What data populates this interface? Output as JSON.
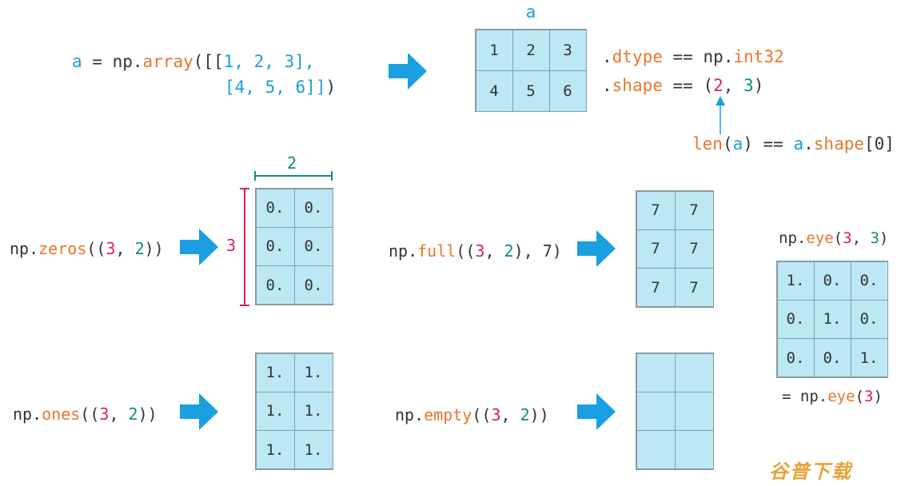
{
  "top": {
    "array_line1": {
      "a": "a",
      "eq": " = np.",
      "fn": "array",
      "open": "([[",
      "v1": "1, 2, 3",
      "close": "],"
    },
    "array_line2": {
      "open": "[",
      "v": "4, 5, 6",
      "close": "]]",
      "paren": ")"
    },
    "grid_title": "a",
    "grid_values": [
      "1",
      "2",
      "3",
      "4",
      "5",
      "6"
    ],
    "dtype": {
      "dot": ".",
      "prop": "dtype",
      "mid": " == np.",
      "val": "int32"
    },
    "shape": {
      "dot": ".",
      "prop": "shape",
      "mid": " == (",
      "n2": "2",
      "comma": ", ",
      "n3": "3",
      "close": ")"
    },
    "len": {
      "fn": "len",
      "open": "(",
      "a": "a",
      "mid": ") == ",
      "a2": "a",
      "dot": ".",
      "prop": "shape",
      "idx": "[0]"
    }
  },
  "zeros": {
    "prefix": "np.",
    "fn": "zeros",
    "open": "((",
    "n3": "3",
    "comma": ", ",
    "n2": "2",
    "close": "))",
    "width_label": "2",
    "height_label": "3",
    "values": [
      "0.",
      "0.",
      "0.",
      "0.",
      "0.",
      "0."
    ]
  },
  "ones": {
    "prefix": "np.",
    "fn": "ones",
    "open": "((",
    "n3": "3",
    "comma": ", ",
    "n2": "2",
    "close": "))",
    "values": [
      "1.",
      "1.",
      "1.",
      "1.",
      "1.",
      "1."
    ]
  },
  "full": {
    "prefix": "np.",
    "fn": "full",
    "open": "((",
    "n3": "3",
    "comma": ", ",
    "n2": "2",
    "close": "), 7)",
    "values": [
      "7",
      "7",
      "7",
      "7",
      "7",
      "7"
    ]
  },
  "empty": {
    "prefix": "np.",
    "fn": "empty",
    "open": "((",
    "n3": "3",
    "comma": ", ",
    "n2": "2",
    "close": "))",
    "values": [
      "",
      "",
      "",
      "",
      "",
      ""
    ]
  },
  "eye": {
    "top": {
      "prefix": "np.",
      "fn": "eye",
      "open": "(",
      "n3": "3",
      "comma": ", ",
      "n2": "3",
      "close": ")"
    },
    "bottom": {
      "prefix": "= np.",
      "fn": "eye",
      "open": "(",
      "n3": "3",
      "close": ")"
    },
    "values": [
      "1.",
      "0.",
      "0.",
      "0.",
      "1.",
      "0.",
      "0.",
      "0.",
      "1."
    ]
  },
  "watermark": "谷普下载",
  "colors": {
    "arrow": "#1a9fe0",
    "cell": "#bce8f6",
    "keyword": "#e8762b",
    "variable": "#1a9fd4",
    "rows": "#d4206a",
    "cols": "#138a80"
  }
}
